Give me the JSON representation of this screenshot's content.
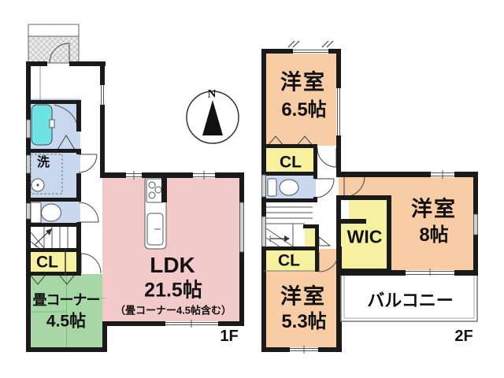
{
  "colors": {
    "wall": "#1a1a1a",
    "ldk_pink": "#f3caca",
    "room_orange": "#f8cda6",
    "closet_yellow": "#f6f1a1",
    "tatami_green": "#a6d7a4",
    "water_blue": "#c9d8ee",
    "bathtub_cyan": "#6fe3e3",
    "window_gray": "#cfcfcf"
  },
  "compass": {
    "north_label": "N"
  },
  "floor1": {
    "floor_label": "1F",
    "ldk": {
      "name": "LDK",
      "size": "21.5帖",
      "note": "（畳コーナー4.5帖含む）"
    },
    "tatami_corner": {
      "name": "畳コーナー",
      "size": "4.5帖"
    },
    "closet": {
      "label": "CL"
    },
    "washroom": {
      "label": "洗"
    }
  },
  "floor2": {
    "floor_label": "2F",
    "bedroom_65": {
      "name": "洋室",
      "size": "6.5帖"
    },
    "bedroom_8": {
      "name": "洋室",
      "size": "8帖"
    },
    "bedroom_53": {
      "name": "洋室",
      "size": "5.3帖"
    },
    "walk_in_closet": {
      "label": "WIC"
    },
    "closet_upper": {
      "label": "CL"
    },
    "closet_lower": {
      "label": "CL"
    },
    "balcony": {
      "name": "バルコニー"
    }
  }
}
